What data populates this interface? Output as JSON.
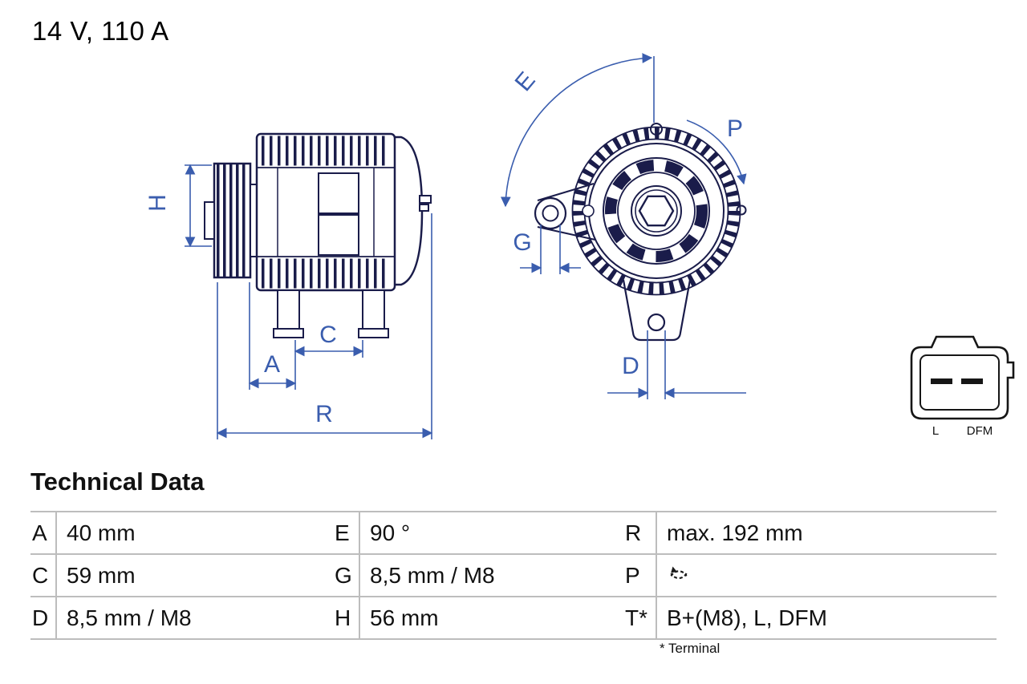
{
  "page": {
    "title": "14 V, 110 A"
  },
  "colors": {
    "outline": "#1a1c4a",
    "dimension": "#3a5dae",
    "table_line": "#bdbdbd"
  },
  "diagram": {
    "dimension_labels": {
      "H": "H",
      "A": "A",
      "C": "C",
      "R": "R",
      "E": "E",
      "G": "G",
      "D": "D",
      "P": "P"
    },
    "connector": {
      "pin_labels": [
        "L",
        "DFM"
      ]
    }
  },
  "technical_data": {
    "heading": "Technical Data",
    "rows": [
      [
        {
          "key": "A",
          "value": "40 mm"
        },
        {
          "key": "E",
          "value": "90 °"
        },
        {
          "key": "R",
          "value": "max. 192 mm"
        }
      ],
      [
        {
          "key": "C",
          "value": "59 mm"
        },
        {
          "key": "G",
          "value": "8,5 mm / M8"
        },
        {
          "key": "P",
          "value": "",
          "icon": "rotation-ccw-icon"
        }
      ],
      [
        {
          "key": "D",
          "value": "8,5 mm / M8"
        },
        {
          "key": "H",
          "value": "56 mm"
        },
        {
          "key": "T*",
          "value": "B+(M8), L, DFM"
        }
      ]
    ],
    "footnote": "* Terminal"
  }
}
